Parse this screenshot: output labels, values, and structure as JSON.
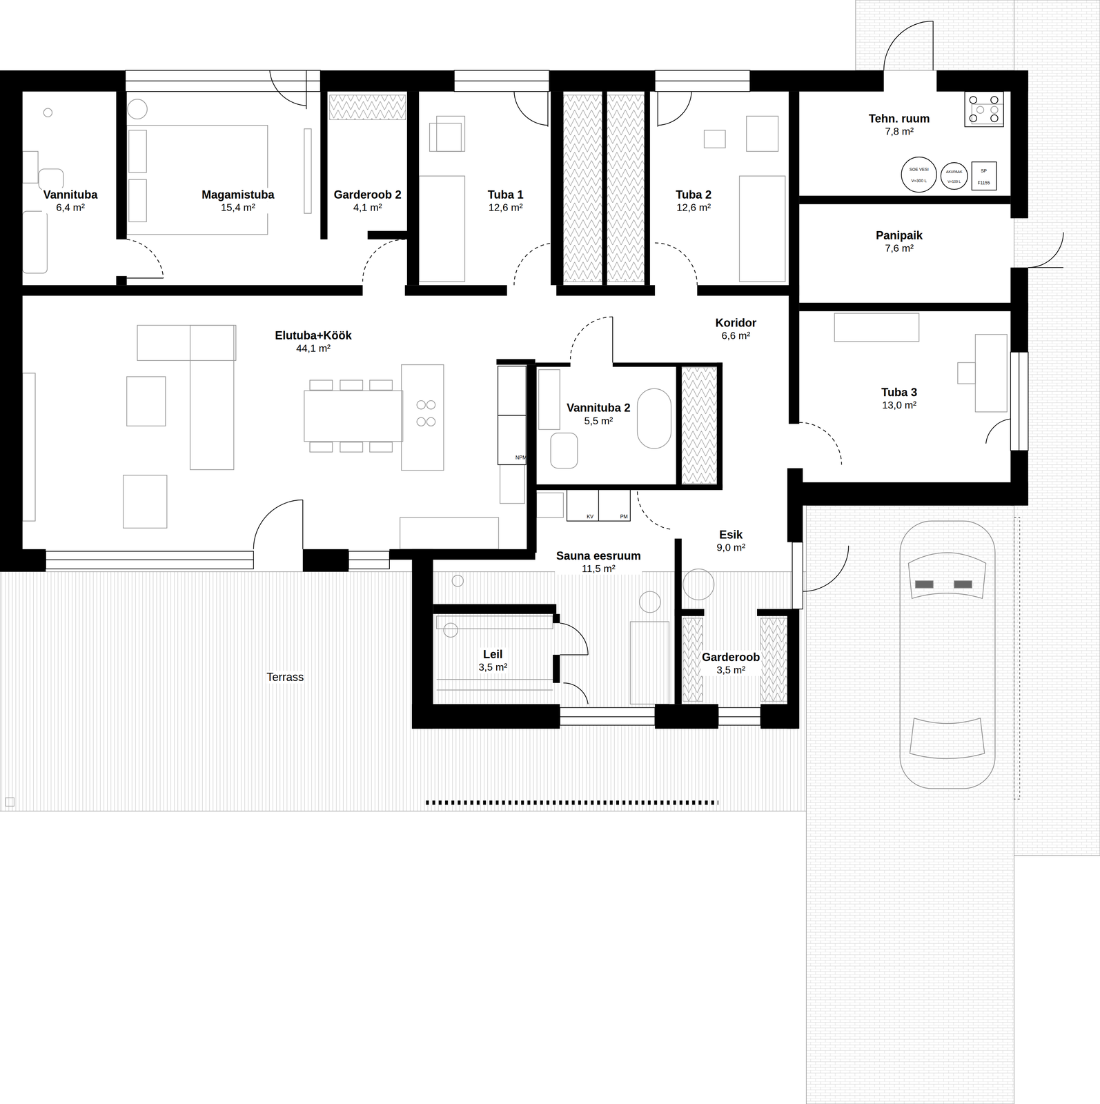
{
  "diagram": {
    "nodes": [
      {
        "text": [
          "Vannituba",
          "6,4 m²"
        ]
      },
      {
        "text": [
          "Magamistuba",
          "15,4 m²"
        ]
      },
      {
        "text": [
          "Garderoob 2",
          "4,1 m²"
        ]
      },
      {
        "text": [
          "Tuba 1",
          "12,6 m²"
        ]
      },
      {
        "text": [
          "Tuba 2",
          "12,6 m²"
        ]
      },
      {
        "text": [
          "Tehn. ruum",
          "7,8 m²"
        ]
      },
      {
        "text": [
          "Panipaik",
          "7,6 m²"
        ]
      },
      {
        "text": [
          "Elutuba+Köök",
          "44,1 m²"
        ]
      },
      {
        "text": [
          "Koridor",
          "6,6 m²"
        ]
      },
      {
        "text": [
          "Vannituba 2",
          "5,5 m²"
        ]
      },
      {
        "text": [
          "Tuba 3",
          "13,0 m²"
        ]
      },
      {
        "text": [
          "Sauna eesruum",
          "11,5 m²"
        ]
      },
      {
        "text": [
          "Esik",
          "9,0 m²"
        ]
      },
      {
        "text": [
          "Leil",
          "3,5 m²"
        ]
      },
      {
        "text": [
          "Garderoob",
          "3,5 m²"
        ]
      }
    ],
    "labels": [
      "SOE VESI",
      "V=300 L",
      "AKUPAAK",
      "V=100 L",
      "SP",
      "F1155",
      "NPM",
      "KV",
      "PM",
      "Terrass"
    ]
  }
}
